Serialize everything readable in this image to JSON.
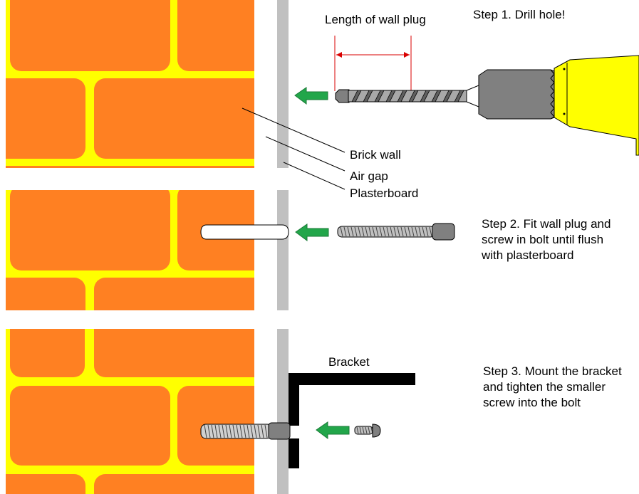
{
  "colors": {
    "brick": "#FF8022",
    "mortar": "#FFFF00",
    "plasterboard": "#C0C0C0",
    "arrow": "#22A64A",
    "drill_body": "#FFFF00",
    "metal_dark": "#808080",
    "bracket": "#000000",
    "dimension": "#D90000"
  },
  "labels": {
    "wall_plug_length": "Length of wall plug",
    "brick_wall": "Brick wall",
    "air_gap": "Air gap",
    "plasterboard": "Plasterboard",
    "bracket": "Bracket"
  },
  "steps": [
    {
      "lines": [
        "Step 1. Drill hole!"
      ]
    },
    {
      "lines": [
        "Step 2. Fit wall plug and",
        "screw in bolt until flush",
        "with plasterboard"
      ]
    },
    {
      "lines": [
        "Step 3. Mount the bracket",
        "and tighten the smaller",
        "screw into the bolt"
      ]
    }
  ],
  "icons": {
    "arrow": "left-arrow-icon",
    "drill": "power-drill-icon",
    "bolt": "bolt-icon",
    "screw": "screw-icon"
  }
}
